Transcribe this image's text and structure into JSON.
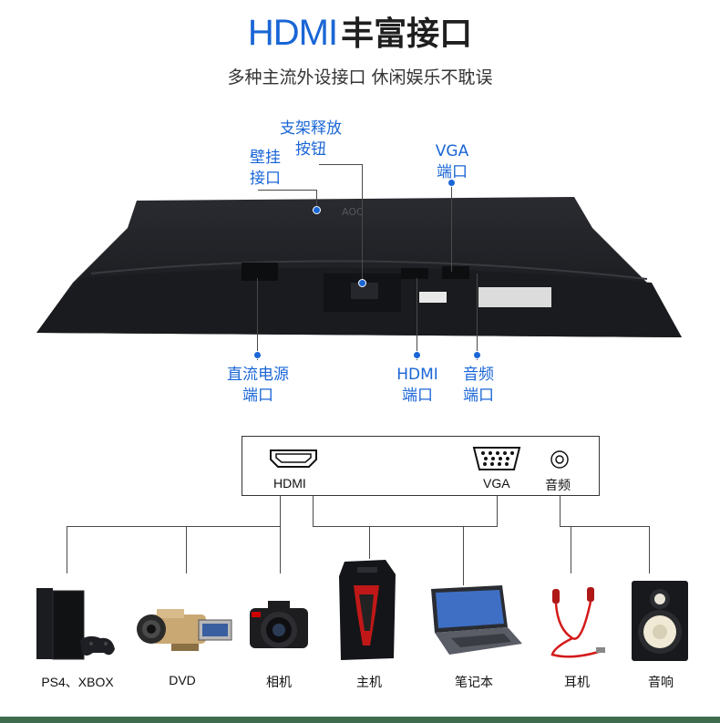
{
  "title": {
    "hdmi": "HDMI",
    "rest": "丰富接口"
  },
  "subtitle": "多种主流外设接口 休闲娱乐不耽误",
  "callouts": {
    "stand_release": [
      "支架释放",
      "按钮"
    ],
    "wall_mount": [
      "壁挂",
      "接口"
    ],
    "vga": [
      "VGA",
      "端口"
    ],
    "dc_power": [
      "直流电源",
      "端口"
    ],
    "hdmi": [
      "HDMI",
      "端口"
    ],
    "audio": [
      "音频",
      "端口"
    ]
  },
  "monitor_logo": "AOC",
  "ports": {
    "hdmi": "HDMI",
    "vga": "VGA",
    "audio": "音频"
  },
  "devices": [
    {
      "label": "PS4、XBOX",
      "icon": "game-console-icon"
    },
    {
      "label": "DVD",
      "icon": "camcorder-icon"
    },
    {
      "label": "相机",
      "icon": "camera-icon"
    },
    {
      "label": "主机",
      "icon": "desktop-tower-icon"
    },
    {
      "label": "笔记本",
      "icon": "laptop-icon"
    },
    {
      "label": "耳机",
      "icon": "earphones-icon"
    },
    {
      "label": "音响",
      "icon": "speaker-icon"
    }
  ],
  "colors": {
    "accent": "#1a66d6",
    "monitor": "#1c1d21",
    "bar": "#3f6b4f"
  }
}
